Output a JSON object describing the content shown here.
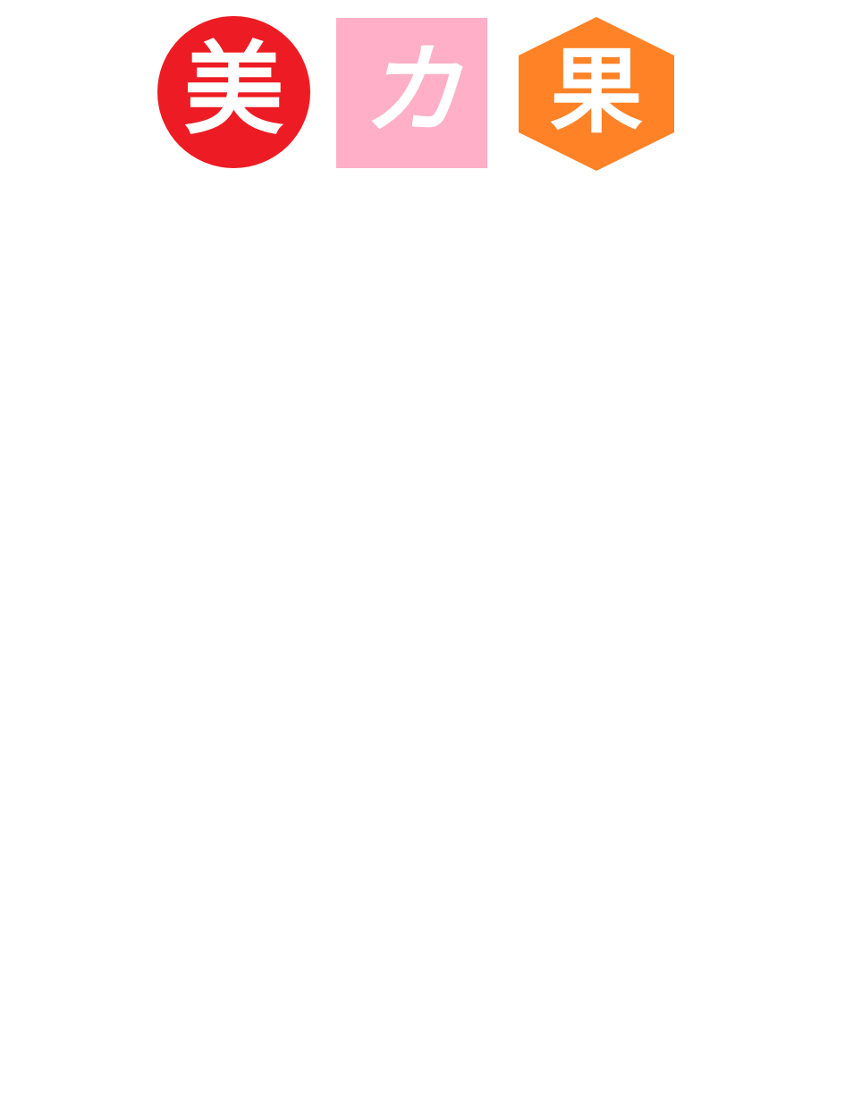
{
  "badges": {
    "first": {
      "glyph": "美",
      "shape": "circle",
      "color": "#ED1C24"
    },
    "second": {
      "glyph": "カ",
      "shape": "square",
      "color": "#FFB0C8"
    },
    "third": {
      "glyph": "果",
      "shape": "hexagon",
      "color": "#FF8227"
    }
  }
}
